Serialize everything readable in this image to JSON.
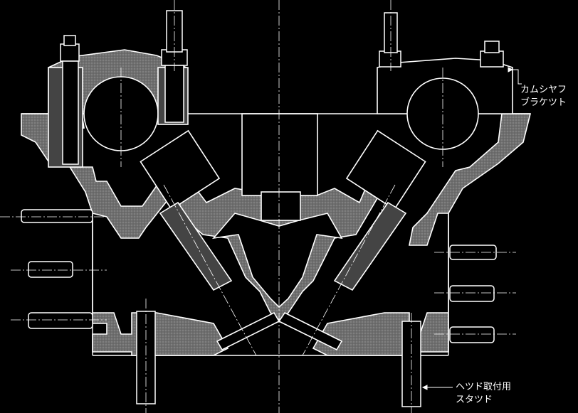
{
  "figure": {
    "background": "#000000",
    "line_color": "#ffffff",
    "section_fill": "#7a7a7a",
    "subject": "twin-cam cylinder head cross-section"
  },
  "labels": {
    "camshaft_bracket_line1": "カムシヤフ",
    "camshaft_bracket_line2": "ブラケツト",
    "head_stud_line1": "ヘツド取付用",
    "head_stud_line2": "スタツド"
  }
}
